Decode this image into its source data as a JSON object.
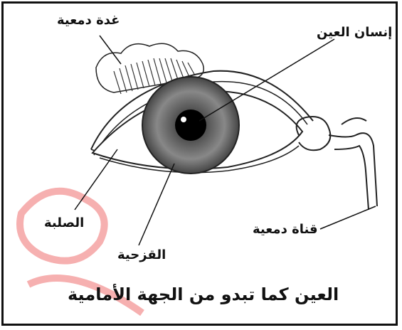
{
  "labels": {
    "lacrimal_gland": "غدة دمعية",
    "pupil": "إنسان العين",
    "sclera": "الصلبة",
    "iris": "القزحية",
    "lacrimal_duct": "قناة دمعية"
  },
  "caption": "العين كما تبدو من الجهة الأمامية",
  "watermark_color": "#f07070"
}
